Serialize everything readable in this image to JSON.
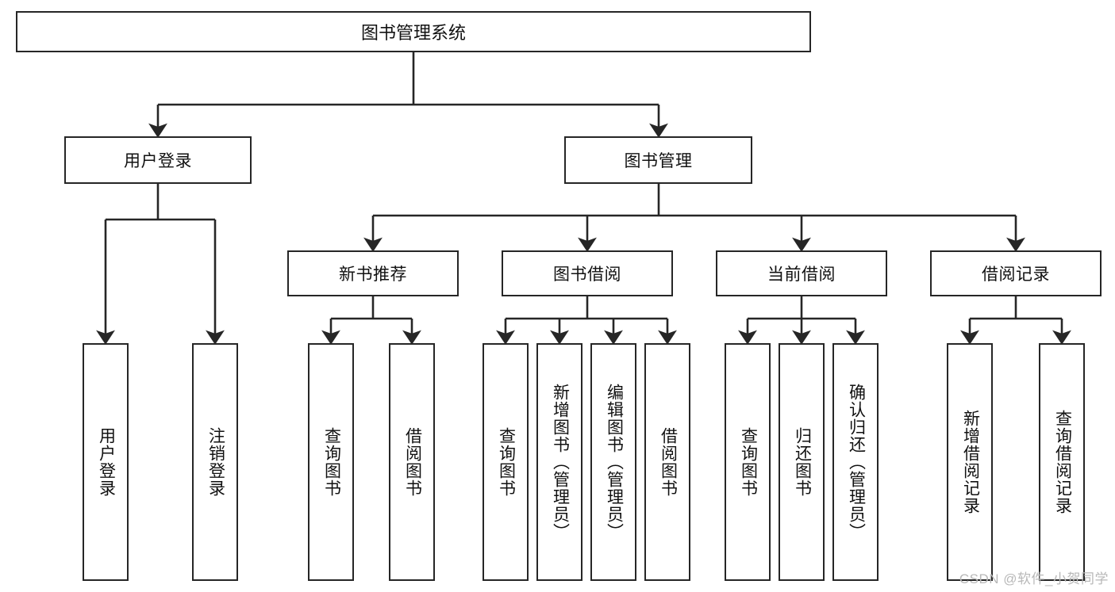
{
  "diagram": {
    "type": "hierarchy-tree",
    "title": "图书管理系统",
    "watermark": "CSDN @软件_小贺同学",
    "colors": {
      "stroke": "#262626",
      "fill": "#ffffff",
      "text": "#111111",
      "watermark": "#b8b8b8"
    },
    "nodes": {
      "root": {
        "label": "图书管理系统"
      },
      "level2": [
        {
          "id": "user-login",
          "label": "用户登录"
        },
        {
          "id": "book-management",
          "label": "图书管理"
        }
      ],
      "level3": [
        {
          "id": "new-book-recommend",
          "label": "新书推荐"
        },
        {
          "id": "book-borrow",
          "label": "图书借阅"
        },
        {
          "id": "current-borrow",
          "label": "当前借阅"
        },
        {
          "id": "borrow-record",
          "label": "借阅记录"
        }
      ],
      "leaves": {
        "user-login": [
          {
            "id": "leaf-user-login",
            "label": "用户登录"
          },
          {
            "id": "leaf-user-logout",
            "label": "注销登录"
          }
        ],
        "new-book-recommend": [
          {
            "id": "leaf-query-book-1",
            "label": "查询图书"
          },
          {
            "id": "leaf-borrow-book-1",
            "label": "借阅图书"
          }
        ],
        "book-borrow": [
          {
            "id": "leaf-query-book-2",
            "label": "查询图书"
          },
          {
            "id": "leaf-add-book",
            "label": "新增图书（管理员）"
          },
          {
            "id": "leaf-edit-book",
            "label": "编辑图书（管理员）"
          },
          {
            "id": "leaf-borrow-book-2",
            "label": "借阅图书"
          }
        ],
        "current-borrow": [
          {
            "id": "leaf-query-book-3",
            "label": "查询图书"
          },
          {
            "id": "leaf-return-book",
            "label": "归还图书"
          },
          {
            "id": "leaf-confirm-return",
            "label": "确认归还（管理员）"
          }
        ],
        "borrow-record": [
          {
            "id": "leaf-add-record",
            "label": "新增借阅记录"
          },
          {
            "id": "leaf-query-record",
            "label": "查询借阅记录"
          }
        ]
      }
    }
  }
}
